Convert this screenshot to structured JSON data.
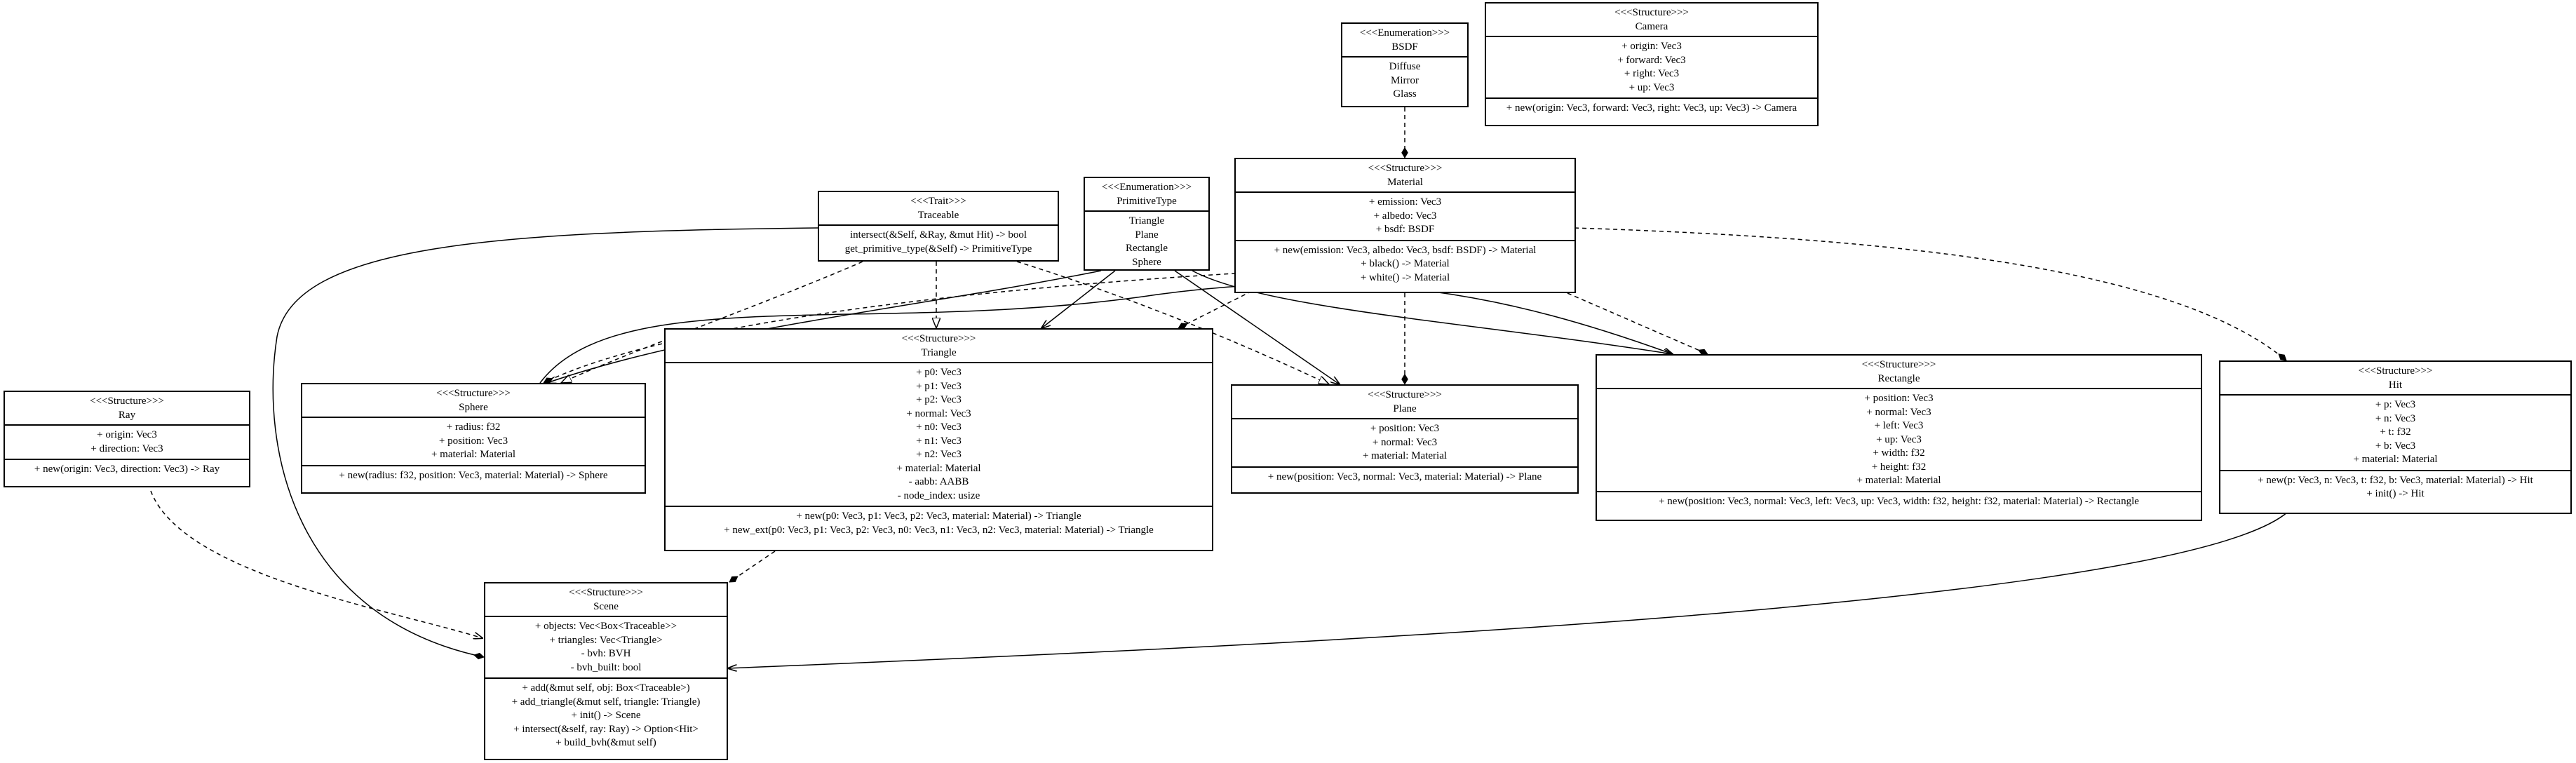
{
  "classes": {
    "bsdf": {
      "stereotype": "<<<Enumeration>>>",
      "name": "BSDF",
      "attributes": [
        "Diffuse",
        "Mirror",
        "Glass"
      ],
      "methods": []
    },
    "camera": {
      "stereotype": "<<<Structure>>>",
      "name": "Camera",
      "attributes": [
        "+ origin: Vec3",
        "+ forward: Vec3",
        "+ right: Vec3",
        "+ up: Vec3"
      ],
      "methods": [
        "+ new(origin: Vec3, forward: Vec3, right: Vec3, up: Vec3) -> Camera"
      ]
    },
    "traceable": {
      "stereotype": "<<<Trait>>>",
      "name": "Traceable",
      "attributes": [
        "intersect(&Self, &Ray, &mut Hit) -> bool",
        "get_primitive_type(&Self) -> PrimitiveType"
      ],
      "methods": []
    },
    "primitivetype": {
      "stereotype": "<<<Enumeration>>>",
      "name": "PrimitiveType",
      "attributes": [
        "Triangle",
        "Plane",
        "Rectangle",
        "Sphere"
      ],
      "methods": []
    },
    "material": {
      "stereotype": "<<<Structure>>>",
      "name": "Material",
      "attributes": [
        "+ emission: Vec3",
        "+ albedo: Vec3",
        "+ bsdf: BSDF"
      ],
      "methods": [
        "+ new(emission: Vec3, albedo: Vec3, bsdf: BSDF) -> Material",
        "+ black() -> Material",
        "+ white() -> Material"
      ]
    },
    "ray": {
      "stereotype": "<<<Structure>>>",
      "name": "Ray",
      "attributes": [
        "+ origin: Vec3",
        "+ direction: Vec3"
      ],
      "methods": [
        "+ new(origin: Vec3, direction: Vec3) -> Ray"
      ]
    },
    "sphere": {
      "stereotype": "<<<Structure>>>",
      "name": "Sphere",
      "attributes": [
        "+ radius: f32",
        "+ position: Vec3",
        "+ material: Material"
      ],
      "methods": [
        "+ new(radius: f32, position: Vec3, material: Material) -> Sphere"
      ]
    },
    "triangle": {
      "stereotype": "<<<Structure>>>",
      "name": "Triangle",
      "attributes": [
        "+ p0: Vec3",
        "+ p1: Vec3",
        "+ p2: Vec3",
        "+ normal: Vec3",
        "+ n0: Vec3",
        "+ n1: Vec3",
        "+ n2: Vec3",
        "+ material: Material",
        "- aabb: AABB",
        "- node_index: usize"
      ],
      "methods": [
        "+ new(p0: Vec3, p1: Vec3, p2: Vec3, material: Material) -> Triangle",
        "+ new_ext(p0: Vec3, p1: Vec3, p2: Vec3, n0: Vec3, n1: Vec3, n2: Vec3, material: Material) -> Triangle"
      ]
    },
    "plane": {
      "stereotype": "<<<Structure>>>",
      "name": "Plane",
      "attributes": [
        "+ position: Vec3",
        "+ normal: Vec3",
        "+ material: Material"
      ],
      "methods": [
        "+ new(position: Vec3, normal: Vec3, material: Material) -> Plane"
      ]
    },
    "rectangle": {
      "stereotype": "<<<Structure>>>",
      "name": "Rectangle",
      "attributes": [
        "+ position: Vec3",
        "+ normal: Vec3",
        "+ left: Vec3",
        "+ up: Vec3",
        "+ width: f32",
        "+ height: f32",
        "+ material: Material"
      ],
      "methods": [
        "+ new(position: Vec3, normal: Vec3, left: Vec3, up: Vec3, width: f32, height: f32, material: Material) -> Rectangle"
      ]
    },
    "hit": {
      "stereotype": "<<<Structure>>>",
      "name": "Hit",
      "attributes": [
        "+ p: Vec3",
        "+ n: Vec3",
        "+ t: f32",
        "+ b: Vec3",
        "+ material: Material"
      ],
      "methods": [
        "+ new(p: Vec3, n: Vec3, t: f32, b: Vec3, material: Material) -> Hit",
        "+ init() -> Hit"
      ]
    },
    "scene": {
      "stereotype": "<<<Structure>>>",
      "name": "Scene",
      "attributes": [
        "+ objects: Vec<Box<Traceable>>",
        "+ triangles: Vec<Triangle>",
        "- bvh: BVH",
        "- bvh_built: bool"
      ],
      "methods": [
        "+ add(&mut self, obj: Box<Traceable>)",
        "+ add_triangle(&mut self, triangle: Triangle)",
        "+ init() -> Scene",
        "+ intersect(&self, ray: Ray) -> Option<Hit>",
        "+ build_bvh(&mut self)"
      ]
    }
  },
  "relations": [
    {
      "from": "bsdf",
      "to": "material",
      "kind": "composition"
    },
    {
      "from": "traceable",
      "to": "scene",
      "kind": "composition"
    },
    {
      "from": "traceable",
      "to": "sphere",
      "kind": "realization"
    },
    {
      "from": "traceable",
      "to": "triangle",
      "kind": "realization"
    },
    {
      "from": "traceable",
      "to": "plane",
      "kind": "realization"
    },
    {
      "from": "primitivetype",
      "to": "sphere",
      "kind": "association"
    },
    {
      "from": "primitivetype",
      "to": "triangle",
      "kind": "association"
    },
    {
      "from": "primitivetype",
      "to": "plane",
      "kind": "association"
    },
    {
      "from": "primitivetype",
      "to": "rectangle",
      "kind": "association"
    },
    {
      "from": "material",
      "to": "sphere",
      "kind": "composition"
    },
    {
      "from": "material",
      "to": "triangle",
      "kind": "composition"
    },
    {
      "from": "material",
      "to": "plane",
      "kind": "composition"
    },
    {
      "from": "material",
      "to": "rectangle",
      "kind": "composition"
    },
    {
      "from": "material",
      "to": "hit",
      "kind": "composition"
    },
    {
      "from": "sphere",
      "to": "rectangle",
      "kind": "association"
    },
    {
      "from": "triangle",
      "to": "scene",
      "kind": "composition"
    },
    {
      "from": "ray",
      "to": "scene",
      "kind": "dependency"
    },
    {
      "from": "hit",
      "to": "scene",
      "kind": "association"
    }
  ]
}
